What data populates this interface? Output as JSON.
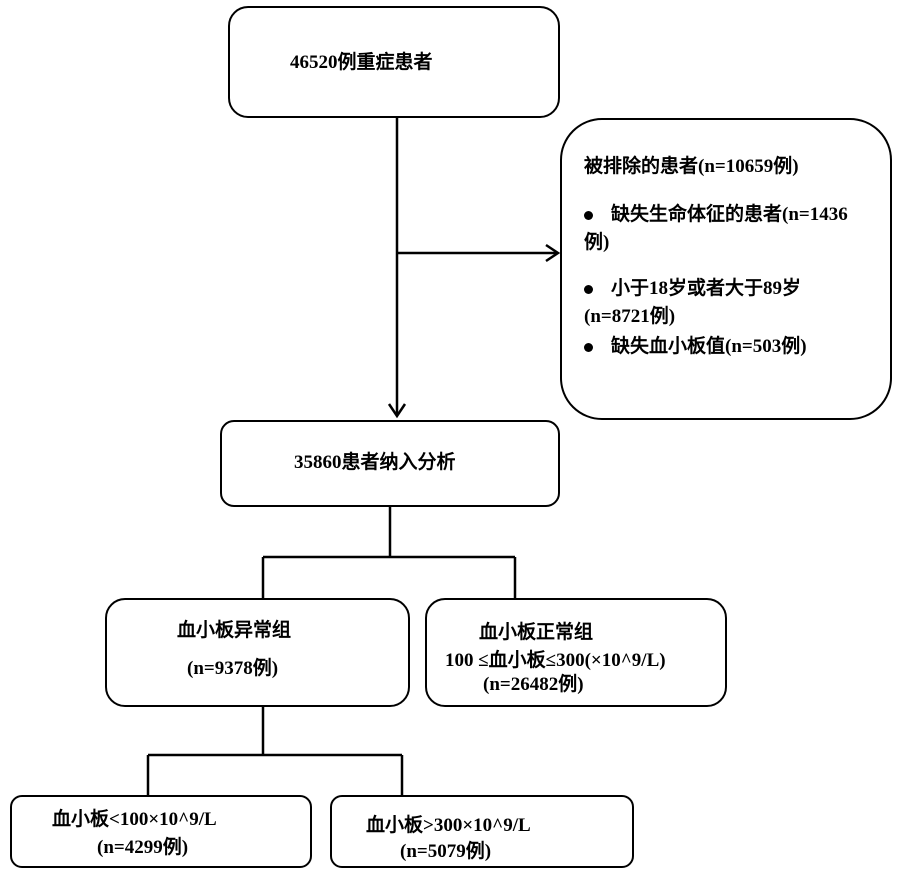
{
  "start": {
    "label": "46520例重症患者"
  },
  "excluded": {
    "title": "被排除的患者(n=10659例)",
    "items": [
      {
        "line1": "缺失生命体征的患者(n=1436",
        "line2": "例)"
      },
      {
        "line1": "小于18岁或者大于89岁",
        "line2": "(n=8721例)"
      },
      {
        "line1": "缺失血小板值(n=503例)"
      }
    ]
  },
  "included": {
    "label": "35860患者纳入分析"
  },
  "abnormal": {
    "title": "血小板异常组",
    "count": "(n=9378例)"
  },
  "normal": {
    "title": "血小板正常组",
    "range": "100 ≤血小板≤300(×10^9/L)",
    "count": "(n=26482例)"
  },
  "low": {
    "title": "血小板<100×10^9/L",
    "count": "(n=4299例)"
  },
  "high": {
    "title": "血小板>300×10^9/L",
    "count": "(n=5079例)"
  }
}
